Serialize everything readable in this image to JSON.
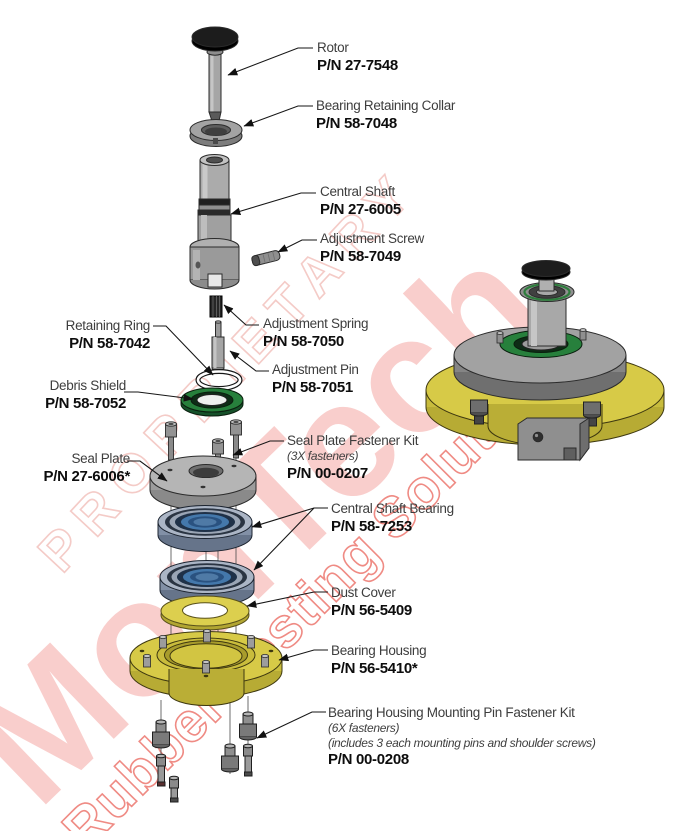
{
  "watermark": {
    "proprietary_text": "PROPRIETARY",
    "brand_text": "MonTech",
    "tagline_text": "Rubber Testing Solutions",
    "brand_color": "#e84b42"
  },
  "labels": {
    "rotor": {
      "name": "Rotor",
      "pn": "P/N 27-7548"
    },
    "bearing_retaining_collar": {
      "name": "Bearing Retaining Collar",
      "pn": "P/N 58-7048"
    },
    "central_shaft": {
      "name": "Central Shaft",
      "pn": "P/N 27-6005"
    },
    "adjustment_screw": {
      "name": "Adjustment Screw",
      "pn": "P/N 58-7049"
    },
    "adjustment_spring": {
      "name": "Adjustment Spring",
      "pn": "P/N 58-7050"
    },
    "retaining_ring": {
      "name": "Retaining Ring",
      "pn": "P/N 58-7042"
    },
    "adjustment_pin": {
      "name": "Adjustment Pin",
      "pn": "P/N 58-7051"
    },
    "debris_shield": {
      "name": "Debris Shield",
      "pn": "P/N 58-7052"
    },
    "seal_plate": {
      "name": "Seal Plate",
      "pn": "P/N 27-6006*"
    },
    "seal_plate_fastener_kit": {
      "name": "Seal Plate Fastener Kit",
      "note": "(3X fasteners)",
      "pn": "P/N 00-0207"
    },
    "central_shaft_bearing": {
      "name": "Central Shaft Bearing",
      "pn": "P/N 58-7253"
    },
    "dust_cover": {
      "name": "Dust Cover",
      "pn": "P/N 56-5409"
    },
    "bearing_housing": {
      "name": "Bearing Housing",
      "pn": "P/N 56-5410*"
    },
    "bearing_housing_mounting_pin_fastener_kit": {
      "name": "Bearing Housing Mounting Pin Fastener Kit",
      "note1": "(6X fasteners)",
      "note2": "(includes 3 each mounting pins and shoulder screws)",
      "pn": "P/N 00-0208"
    }
  },
  "colors": {
    "housing_yellow": "#d7ca47",
    "shield_green": "#27803c",
    "bearing_blue": "#4478ab",
    "part_gray": "#a2a2a2",
    "watermark_red": "#e84b42",
    "label_text": "#3d3d3d",
    "pn_text": "#0d0d0d"
  }
}
